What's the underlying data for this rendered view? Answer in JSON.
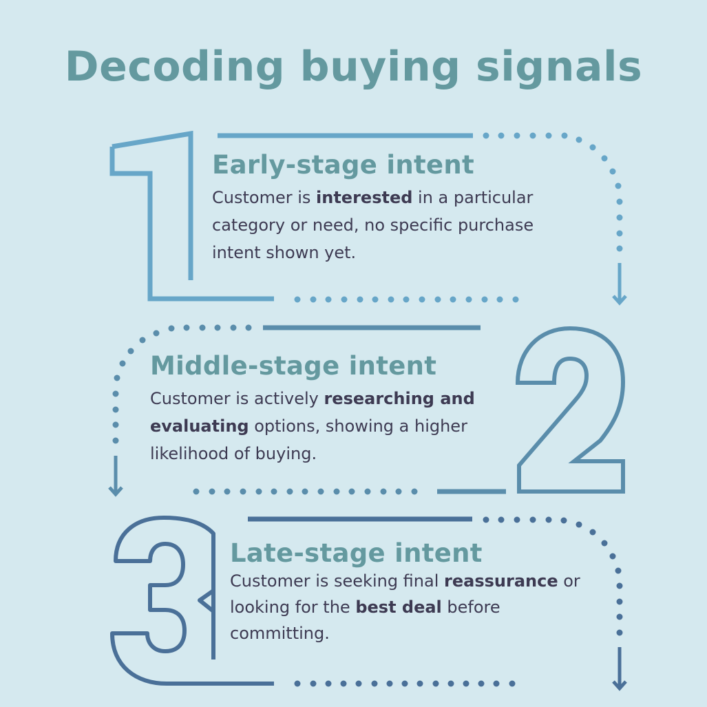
{
  "title": "Decoding buying signals",
  "colors": {
    "background": "#d5e9ef",
    "heading": "#64999f",
    "body_text": "#3d3a52",
    "stage1_accent": "#67a6c8",
    "stage2_accent": "#5a8dab",
    "stage3_accent": "#4a7098"
  },
  "stages": [
    {
      "number": "1",
      "heading": "Early-stage intent",
      "lines": [
        {
          "pre": "Customer is ",
          "bold": "interested",
          "post": " in a particular"
        },
        {
          "pre": "category or need, no specific purchase",
          "bold": "",
          "post": ""
        },
        {
          "pre": "intent shown yet.",
          "bold": "",
          "post": ""
        }
      ]
    },
    {
      "number": "2",
      "heading": "Middle-stage intent",
      "lines": [
        {
          "pre": "Customer is actively ",
          "bold": "researching and",
          "post": ""
        },
        {
          "pre": "",
          "bold": "evaluating",
          "post": " options, showing a higher"
        },
        {
          "pre": "likelihood of buying.",
          "bold": "",
          "post": ""
        }
      ]
    },
    {
      "number": "3",
      "heading": "Late-stage intent",
      "lines": [
        {
          "pre": "Customer is seeking final ",
          "bold": "reassurance",
          "post": " or"
        },
        {
          "pre": "looking for the ",
          "bold": "best deal",
          "post": " before"
        },
        {
          "pre": "committing.",
          "bold": "",
          "post": ""
        }
      ]
    }
  ]
}
